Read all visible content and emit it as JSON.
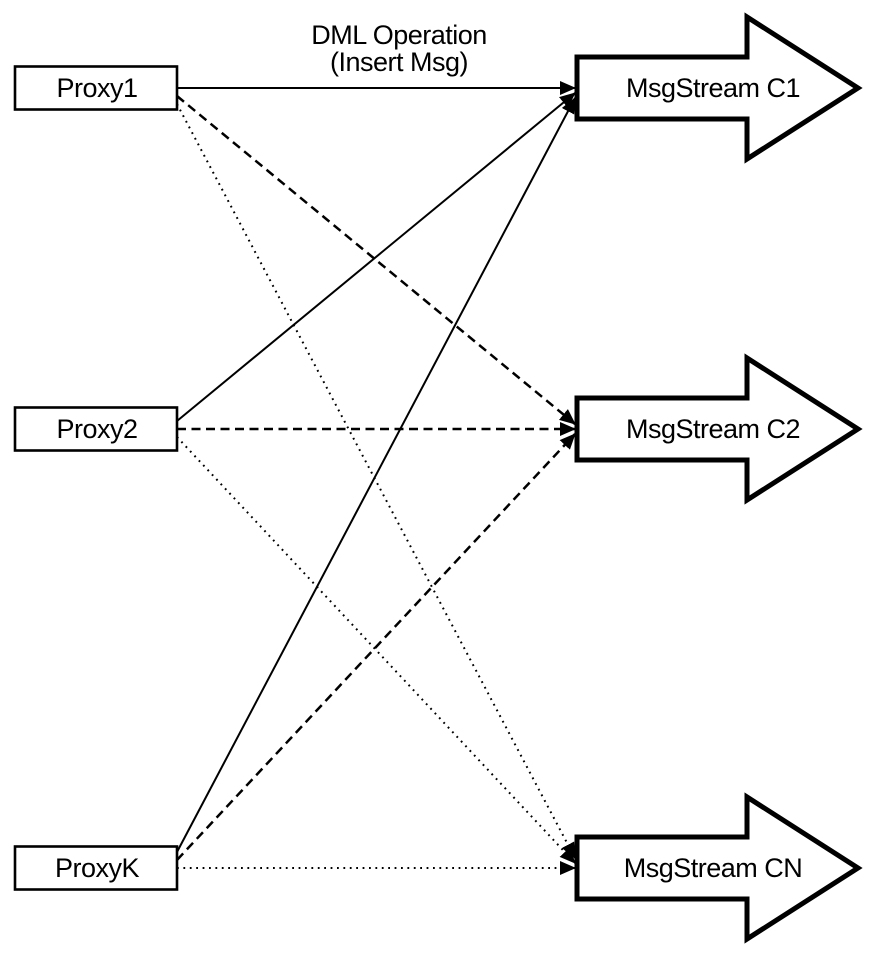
{
  "diagram": {
    "annotation": {
      "line1": "DML Operation",
      "line2": "(Insert Msg)"
    },
    "proxies": [
      {
        "id": "proxy1",
        "label": "Proxy1"
      },
      {
        "id": "proxy2",
        "label": "Proxy2"
      },
      {
        "id": "proxyk",
        "label": "ProxyK"
      }
    ],
    "streams": [
      {
        "id": "c1",
        "label": "MsgStream C1"
      },
      {
        "id": "c2",
        "label": "MsgStream C2"
      },
      {
        "id": "cn",
        "label": "MsgStream CN"
      }
    ],
    "edges": [
      {
        "from": "proxy1",
        "to": "c1",
        "style": "solid"
      },
      {
        "from": "proxy2",
        "to": "c1",
        "style": "solid"
      },
      {
        "from": "proxyk",
        "to": "c1",
        "style": "solid"
      },
      {
        "from": "proxy1",
        "to": "c2",
        "style": "dashed"
      },
      {
        "from": "proxy2",
        "to": "c2",
        "style": "dashed"
      },
      {
        "from": "proxyk",
        "to": "c2",
        "style": "dashed"
      },
      {
        "from": "proxy1",
        "to": "cn",
        "style": "dotted"
      },
      {
        "from": "proxy2",
        "to": "cn",
        "style": "dotted"
      },
      {
        "from": "proxyk",
        "to": "cn",
        "style": "dotted"
      }
    ],
    "colors": {
      "stroke": "#000000",
      "fill": "#ffffff",
      "background": "#ffffff"
    }
  }
}
